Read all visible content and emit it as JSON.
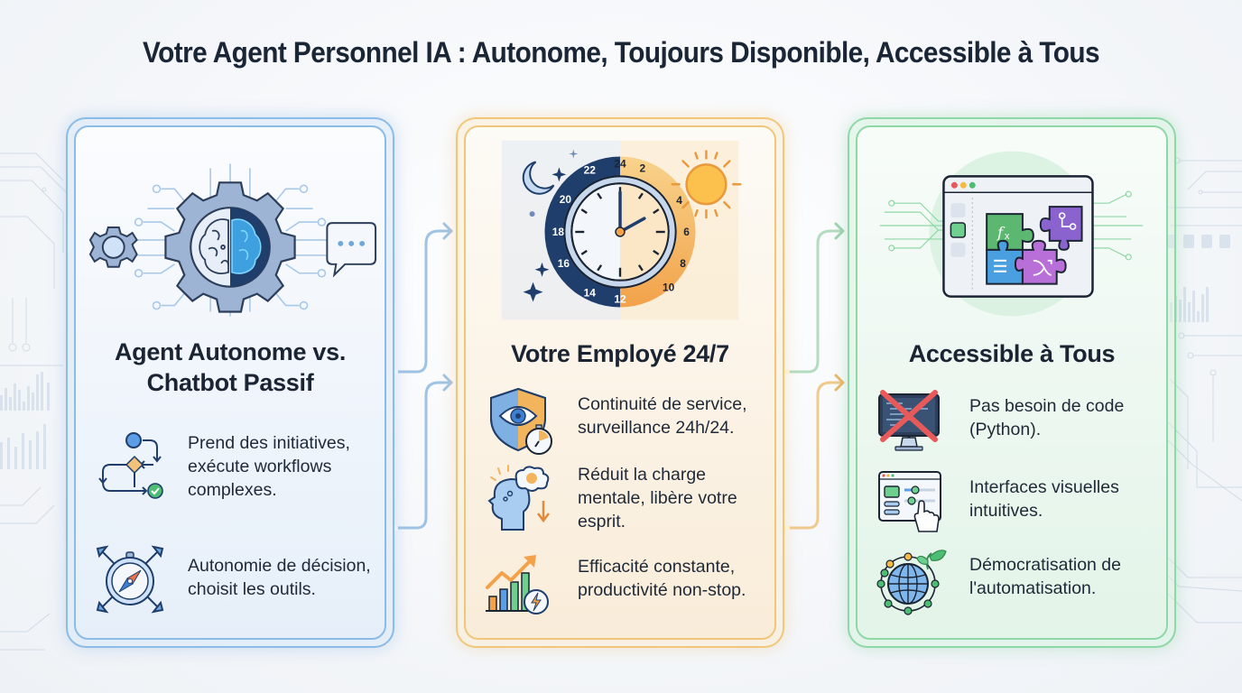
{
  "title": "Votre Agent Personnel IA : Autonome, Toujours Disponible, Accessible à Tous",
  "colors": {
    "blue_accent": "#8cbbe6",
    "orange_accent": "#f0c77a",
    "green_accent": "#8fd8a6",
    "title_text": "#1a2536"
  },
  "cards": [
    {
      "id": "autonomous-agent",
      "theme": "blue",
      "hero_icon": "gear-brain-icon",
      "title_lines": [
        "Agent Autonome vs.",
        "Chatbot Passif"
      ],
      "features": [
        {
          "icon": "workflow-icon",
          "text_lines": [
            "Prend des initiatives,",
            "exécute workflows",
            "complexes."
          ]
        },
        {
          "icon": "compass-arrows-icon",
          "text_lines": [
            "Autonomie de décision,",
            "choisit les outils."
          ]
        }
      ]
    },
    {
      "id": "employee-247",
      "theme": "orange",
      "hero_icon": "24h-clock-icon",
      "clock_labels": [
        "24",
        "2",
        "4",
        "6",
        "8",
        "10",
        "12",
        "14",
        "16",
        "18",
        "20",
        "22"
      ],
      "title_lines": [
        "Votre Employé 24/7"
      ],
      "features": [
        {
          "icon": "shield-eye-stopwatch-icon",
          "text_lines": [
            "Continuité de service,",
            "surveillance 24h/24."
          ]
        },
        {
          "icon": "head-thought-icon",
          "text_lines": [
            "Réduit la charge",
            "mentale, libère votre",
            "esprit."
          ]
        },
        {
          "icon": "growth-chart-icon",
          "text_lines": [
            "Efficacité constante,",
            "productivité non-stop."
          ]
        }
      ]
    },
    {
      "id": "accessible",
      "theme": "green",
      "hero_icon": "puzzle-window-icon",
      "title_lines": [
        "Accessible à Tous"
      ],
      "features": [
        {
          "icon": "no-code-monitor-icon",
          "text_lines": [
            "Pas besoin de code",
            "(Python)."
          ]
        },
        {
          "icon": "visual-interface-icon",
          "text_lines": [
            "Interfaces visuelles",
            "intuitives."
          ]
        },
        {
          "icon": "globe-network-icon",
          "text_lines": [
            "Démocratisation de",
            "l'automatisation."
          ]
        }
      ]
    }
  ]
}
